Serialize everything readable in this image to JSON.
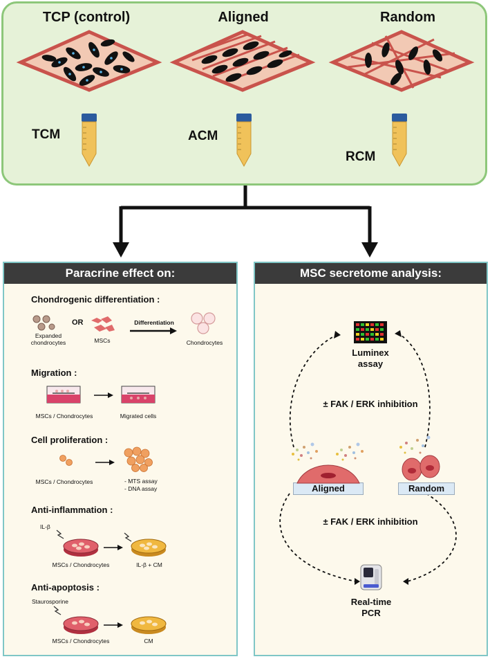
{
  "top": {
    "columns": [
      {
        "title": "TCP (control)",
        "medium": "TCM"
      },
      {
        "title": "Aligned",
        "medium": "ACM"
      },
      {
        "title": "Random",
        "medium": "RCM"
      }
    ]
  },
  "left_panel": {
    "title": "Paracrine effect on:",
    "chondro": {
      "heading": "Chondrogenic differentiation :",
      "expanded": "Expanded chondrocytes",
      "or": "OR",
      "mscs": "MSCs",
      "differentiation": "Differentiation",
      "chondrocytes": "Chondrocytes"
    },
    "migration": {
      "heading": "Migration :",
      "source": "MSCs / Chondrocytes",
      "result": "Migrated cells"
    },
    "proliferation": {
      "heading": "Cell proliferation :",
      "source": "MSCs / Chondrocytes",
      "assay1": "- MTS assay",
      "assay2": "- DNA assay"
    },
    "inflammation": {
      "heading": "Anti-inflammation :",
      "stimulus": "IL-β",
      "source": "MSCs / Chondrocytes",
      "result": "IL-β + CM"
    },
    "apoptosis": {
      "heading": "Anti-apoptosis :",
      "stimulus": "Staurosporine",
      "source": "MSCs / Chondrocytes",
      "result": "CM"
    }
  },
  "right_panel": {
    "title": "MSC secretome analysis:",
    "luminex_line1": "Luminex",
    "luminex_line2": "assay",
    "inhibition_top": "± FAK / ERK inhibition",
    "aligned": "Aligned",
    "random": "Random",
    "inhibition_bottom": "± FAK / ERK inhibition",
    "pcr_line1": "Real-time",
    "pcr_line2": "PCR"
  },
  "colors": {
    "top_panel_bg": "#e6f2d8",
    "top_panel_border": "#8dc77a",
    "scaffold": "#c9534c",
    "panel_border": "#7fc6c6",
    "panel_header": "#3b3b3b"
  }
}
